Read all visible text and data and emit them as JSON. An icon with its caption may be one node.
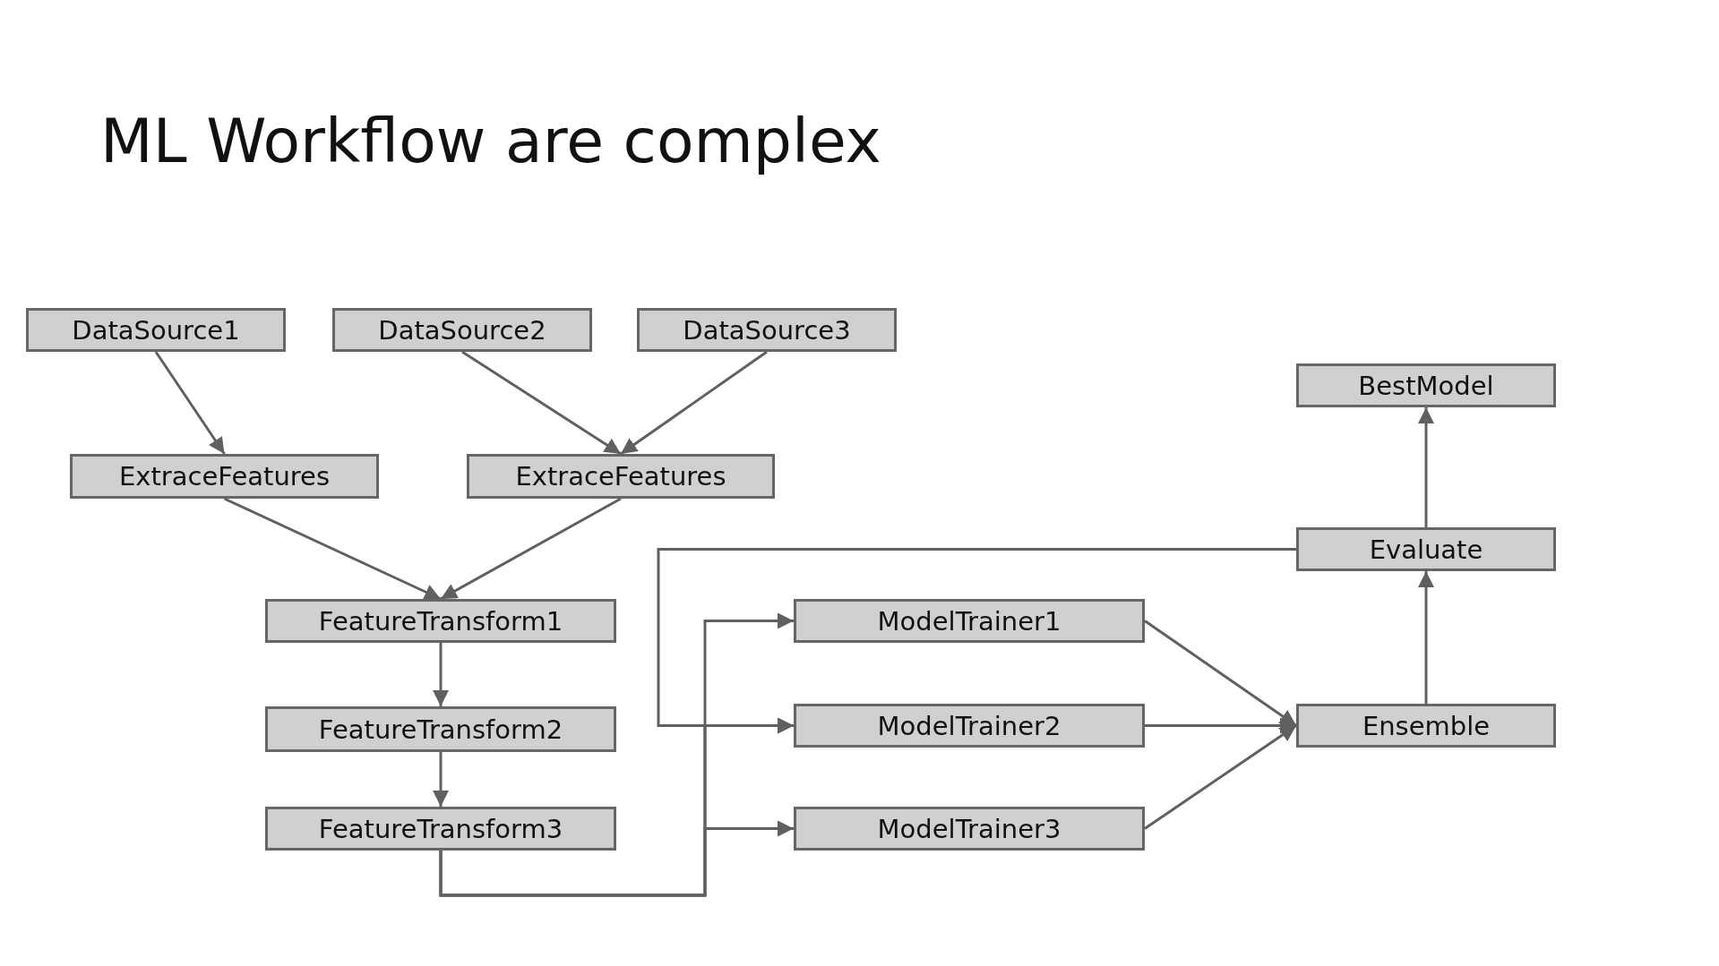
{
  "diagram": {
    "title": "ML Workflow are complex",
    "nodes": [
      {
        "text": [
          "DataSource1"
        ]
      },
      {
        "text": [
          "DataSource2"
        ]
      },
      {
        "text": [
          "DataSource3"
        ]
      },
      {
        "text": [
          "BestModel"
        ]
      },
      {
        "text": [
          "ExtraceFeatures"
        ]
      },
      {
        "text": [
          "ExtraceFeatures"
        ]
      },
      {
        "text": [
          "Evaluate"
        ]
      },
      {
        "text": [
          "FeatureTransform1"
        ]
      },
      {
        "text": [
          "ModelTrainer1"
        ]
      },
      {
        "text": [
          "FeatureTransform2"
        ]
      },
      {
        "text": [
          "ModelTrainer2"
        ]
      },
      {
        "text": [
          "Ensemble"
        ]
      },
      {
        "text": [
          "FeatureTransform3"
        ]
      },
      {
        "text": [
          "ModelTrainer3"
        ]
      }
    ],
    "edges": [
      {
        "from": 0,
        "to": 4,
        "arrow": "to"
      },
      {
        "from": 1,
        "to": 5,
        "arrow": "to"
      },
      {
        "from": 2,
        "to": 5,
        "arrow": "to"
      },
      {
        "from": 4,
        "to": 7,
        "arrow": "to"
      },
      {
        "from": 5,
        "to": 7,
        "arrow": "to"
      },
      {
        "from": 7,
        "to": 9,
        "arrow": "to"
      },
      {
        "from": 9,
        "to": 12,
        "arrow": "to"
      },
      {
        "from": 12,
        "to": 8,
        "arrow": "to"
      },
      {
        "from": 12,
        "to": 10,
        "arrow": "to"
      },
      {
        "from": 12,
        "to": 13,
        "arrow": "to"
      },
      {
        "from": 6,
        "to": 10,
        "arrow": "to"
      },
      {
        "from": 8,
        "to": 11,
        "arrow": "to"
      },
      {
        "from": 10,
        "to": 11,
        "arrow": "to"
      },
      {
        "from": 13,
        "to": 11,
        "arrow": "to"
      },
      {
        "from": 11,
        "to": 6,
        "arrow": "to"
      },
      {
        "from": 6,
        "to": 3,
        "arrow": "to"
      }
    ]
  }
}
